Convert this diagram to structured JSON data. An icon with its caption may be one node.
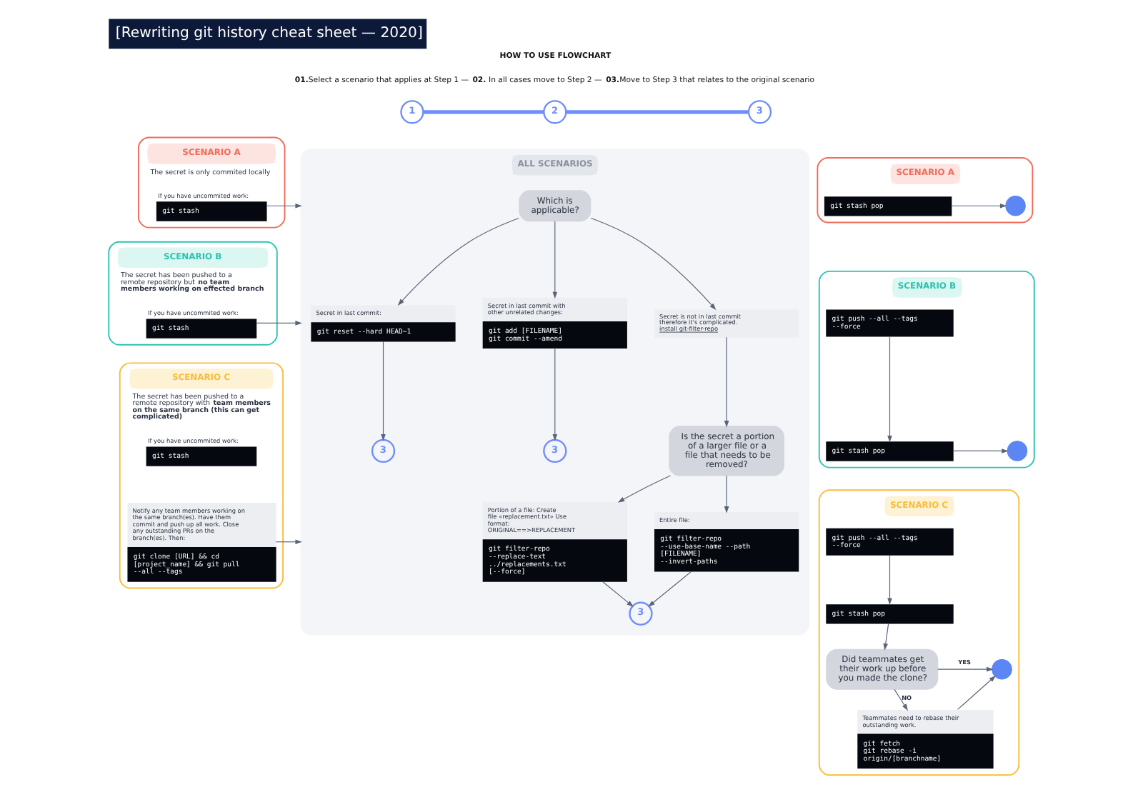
{
  "diagram": {
    "title": "[Rewriting git history cheat sheet — 2020]",
    "nodes": [
      {
        "text": [
          "1"
        ]
      },
      {
        "text": [
          "2"
        ]
      },
      {
        "text": [
          "3"
        ]
      },
      {
        "text": [
          "SCENARIO A",
          "The secret is only commited locally"
        ]
      },
      {
        "text": [
          "git stash"
        ],
        "beside": [
          "If you have uncommited work:"
        ],
        "in": 3
      },
      {
        "text": [
          "SCENARIO B",
          "The secret has been pushed to a remote repository but **no team members working on effected branch**"
        ]
      },
      {
        "text": [
          "git stash"
        ],
        "beside": [
          "If you have uncommited work:"
        ],
        "in": 5
      },
      {
        "text": [
          "SCENARIO C",
          "The secret has been pushed to a remote repository with **team members on the same branch (this can get complicated)**"
        ]
      },
      {
        "text": [
          "git stash"
        ],
        "beside": [
          "If you have uncommited work:"
        ],
        "in": 7
      },
      {
        "text": [
          "Notify any team members working on the same branch(es). Have them commit and push up all work. Close any outstanding PRs on the branch(es). Then:",
          "git clone [URL] && cd [project_name] && git pull --all --tags"
        ],
        "in": 7
      },
      {
        "text": [
          "ALL SCENARIOS"
        ]
      },
      {
        "text": [
          "Which is applicable?"
        ],
        "in": 10
      },
      {
        "text": [
          "Secret in last commit:",
          "git reset --hard HEAD~1"
        ],
        "in": 10
      },
      {
        "text": [
          "Secret in last commit with other unrelated changes:",
          "git add [FILENAME]",
          "git commit --amend"
        ],
        "in": 10
      },
      {
        "text": [
          "Secret is not in last commit therefore it's complicated.",
          "install git-filter-repo"
        ],
        "in": 10
      },
      {
        "text": [
          "3"
        ],
        "in": 10
      },
      {
        "text": [
          "3"
        ],
        "in": 10
      },
      {
        "text": [
          "Is the secret a portion of a larger file or a file that needs to be removed?"
        ],
        "in": 10
      },
      {
        "text": [
          "Portion of a file: Create file «replacement.txt» Use format: ORIGINAL==>REPLACEMENT",
          "git filter-repo --replace-text ../replacements.txt [--force]"
        ],
        "in": 10
      },
      {
        "text": [
          "Entire file:",
          "git filter-repo --use-base-name --path [FILENAME] --invert-paths"
        ],
        "in": 10
      },
      {
        "text": [
          "3"
        ],
        "in": 10
      },
      {
        "text": [
          "SCENARIO A"
        ]
      },
      {
        "text": [
          "git stash pop"
        ],
        "in": 21
      },
      {
        "text": [],
        "shape": "circle",
        "in": 21
      },
      {
        "text": [
          "SCENARIO B"
        ]
      },
      {
        "text": [
          "git push --all --tags --force"
        ],
        "in": 24
      },
      {
        "text": [
          "git stash pop"
        ],
        "in": 24
      },
      {
        "text": [],
        "shape": "circle",
        "in": 24
      },
      {
        "text": [
          "SCENARIO C"
        ]
      },
      {
        "text": [
          "git push --all --tags --force"
        ],
        "in": 28
      },
      {
        "text": [
          "git stash pop"
        ],
        "in": 28
      },
      {
        "text": [
          "Did teammates get their work up before you made the clone?"
        ],
        "in": 28
      },
      {
        "text": [],
        "shape": "circle",
        "in": 28
      },
      {
        "text": [
          "Teammates need to rebase their outstanding work.",
          "git fetch",
          "git rebase -i origin/[branchname]"
        ],
        "in": 28
      }
    ],
    "edges": [
      {
        "from": 0,
        "to": 1,
        "arrow": "none",
        "style": "thick",
        "color": "#6e8efb"
      },
      {
        "from": 1,
        "to": 2,
        "arrow": "none",
        "style": "thick",
        "color": "#6e8efb"
      },
      {
        "from": 4,
        "to": 10,
        "arrow": "to"
      },
      {
        "from": 6,
        "to": 10,
        "arrow": "to"
      },
      {
        "from": 9,
        "to": 10,
        "arrow": "to"
      },
      {
        "from": 11,
        "to": 12,
        "arrow": "to"
      },
      {
        "from": 11,
        "to": 13,
        "arrow": "to"
      },
      {
        "from": 11,
        "to": 14,
        "arrow": "to"
      },
      {
        "from": 12,
        "to": 15,
        "arrow": "to"
      },
      {
        "from": 13,
        "to": 16,
        "arrow": "to"
      },
      {
        "from": 14,
        "to": 17,
        "arrow": "to"
      },
      {
        "from": 17,
        "to": 18,
        "arrow": "to"
      },
      {
        "from": 17,
        "to": 19,
        "arrow": "to"
      },
      {
        "from": 18,
        "to": 20,
        "arrow": "to"
      },
      {
        "from": 19,
        "to": 20,
        "arrow": "to"
      },
      {
        "from": 22,
        "to": 23,
        "arrow": "to"
      },
      {
        "from": 25,
        "to": 26,
        "arrow": "to"
      },
      {
        "from": 26,
        "to": 27,
        "arrow": "to"
      },
      {
        "from": 29,
        "to": 30,
        "arrow": "to"
      },
      {
        "from": 30,
        "to": 31,
        "arrow": "to"
      },
      {
        "from": 31,
        "to": 32,
        "arrow": "to",
        "label": "YES"
      },
      {
        "from": 31,
        "to": 33,
        "arrow": "to",
        "label": "NO"
      },
      {
        "from": 33,
        "to": 32,
        "arrow": "to"
      }
    ],
    "labels": [
      "HOW TO USE FLOWCHART",
      "**01.**Select a scenario that applies at Step 1 — **02.** In all cases move to Step 2 — **03.**Move to Step 3 that relates to the original scenario"
    ]
  }
}
